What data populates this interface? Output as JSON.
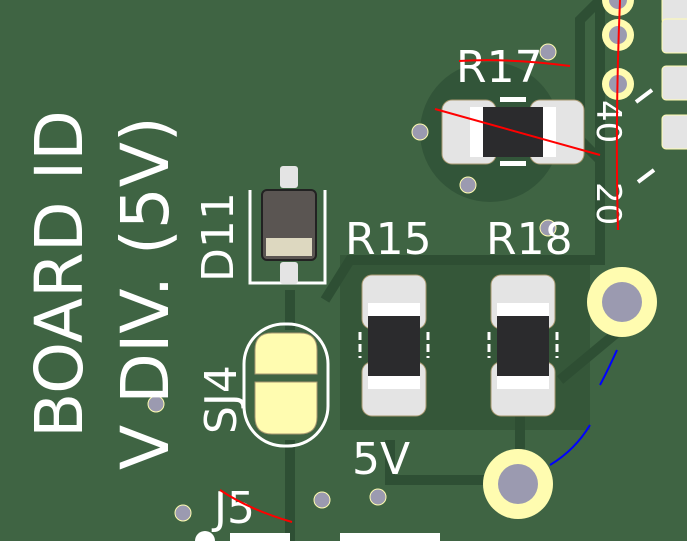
{
  "board": {
    "colors": {
      "soldermask": "#3f6443",
      "copper_pour": "#2e4f34",
      "silkscreen": "#ffffff",
      "smd_pad": "#e4e4e4",
      "gold_pad": "#fffcb0",
      "via": "#9b9ab0",
      "annotation_red": "#ff0000",
      "annotation_blue": "#0000ff"
    },
    "labels": {
      "board_id": "BOARD ID",
      "v_div": "V DIV. (5V)",
      "d11": "D11",
      "sj4": "SJ4",
      "r15": "R15",
      "r17": "R17",
      "r18": "R18",
      "five_v": "5V",
      "j5": "J5",
      "forty": "40",
      "twenty": "20"
    }
  }
}
